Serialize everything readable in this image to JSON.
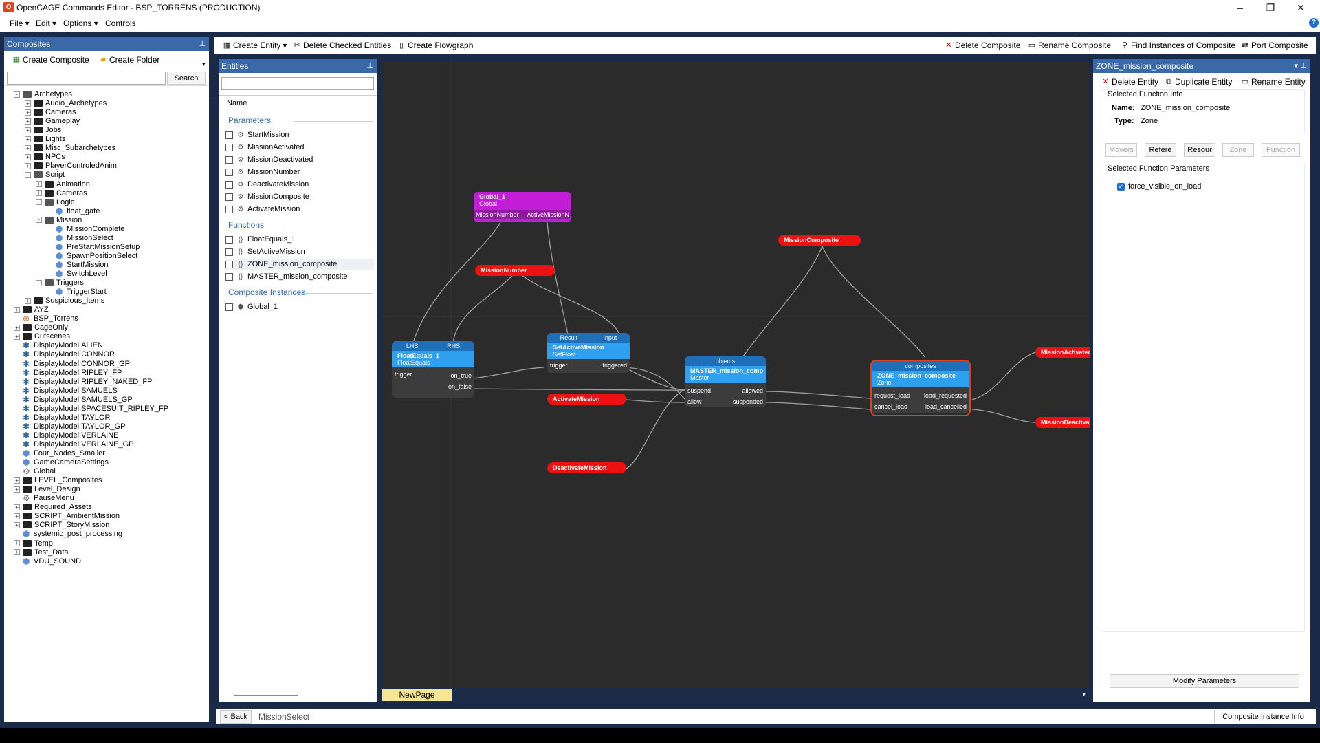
{
  "window": {
    "title": "OpenCAGE Commands Editor - BSP_TORRENS (PRODUCTION)",
    "min": "–",
    "max": "❐",
    "close": "✕"
  },
  "menu": [
    "File",
    "Edit",
    "Options",
    "Controls"
  ],
  "composites": {
    "header": "Composites",
    "create_composite": "Create Composite",
    "create_folder": "Create Folder",
    "search_button": "Search",
    "search_value": "",
    "tree": [
      {
        "label": "Archetypes",
        "indent": 0,
        "kind": "folder-open",
        "exp": "-"
      },
      {
        "label": "Audio_Archetypes",
        "indent": 1,
        "kind": "folder",
        "exp": "+"
      },
      {
        "label": "Cameras",
        "indent": 1,
        "kind": "folder",
        "exp": "+"
      },
      {
        "label": "Gameplay",
        "indent": 1,
        "kind": "folder",
        "exp": "+"
      },
      {
        "label": "Jobs",
        "indent": 1,
        "kind": "folder",
        "exp": "+"
      },
      {
        "label": "Lights",
        "indent": 1,
        "kind": "folder",
        "exp": "+"
      },
      {
        "label": "Misc_Subarchetypes",
        "indent": 1,
        "kind": "folder",
        "exp": "+"
      },
      {
        "label": "NPCs",
        "indent": 1,
        "kind": "folder",
        "exp": "+"
      },
      {
        "label": "PlayerControledAnim",
        "indent": 1,
        "kind": "folder",
        "exp": "+"
      },
      {
        "label": "Script",
        "indent": 1,
        "kind": "folder-open",
        "exp": "-"
      },
      {
        "label": "Animation",
        "indent": 2,
        "kind": "folder",
        "exp": "+"
      },
      {
        "label": "Cameras",
        "indent": 2,
        "kind": "folder",
        "exp": "+"
      },
      {
        "label": "Logic",
        "indent": 2,
        "kind": "folder-open",
        "exp": "-"
      },
      {
        "label": "float_gate",
        "indent": 3,
        "kind": "cube",
        "exp": ""
      },
      {
        "label": "Mission",
        "indent": 2,
        "kind": "folder-open",
        "exp": "-"
      },
      {
        "label": "MissionComplete",
        "indent": 3,
        "kind": "cube",
        "exp": ""
      },
      {
        "label": "MissionSelect",
        "indent": 3,
        "kind": "cube",
        "exp": ""
      },
      {
        "label": "PreStartMissionSetup",
        "indent": 3,
        "kind": "cube",
        "exp": ""
      },
      {
        "label": "SpawnPositionSelect",
        "indent": 3,
        "kind": "cube",
        "exp": ""
      },
      {
        "label": "StartMission",
        "indent": 3,
        "kind": "cube",
        "exp": ""
      },
      {
        "label": "SwitchLevel",
        "indent": 3,
        "kind": "cube",
        "exp": ""
      },
      {
        "label": "Triggers",
        "indent": 2,
        "kind": "folder-open",
        "exp": "-"
      },
      {
        "label": "TriggerStart",
        "indent": 3,
        "kind": "cube",
        "exp": ""
      },
      {
        "label": "Suspicious_Items",
        "indent": 1,
        "kind": "folder",
        "exp": "+"
      },
      {
        "label": "AYZ",
        "indent": 0,
        "kind": "folder",
        "exp": "+"
      },
      {
        "label": "BSP_Torrens",
        "indent": 0,
        "kind": "globe",
        "exp": ""
      },
      {
        "label": "CageOnly",
        "indent": 0,
        "kind": "folder",
        "exp": "+"
      },
      {
        "label": "Cutscenes",
        "indent": 0,
        "kind": "folder",
        "exp": "+"
      },
      {
        "label": "DisplayModel:ALIEN",
        "indent": 0,
        "kind": "figure",
        "exp": ""
      },
      {
        "label": "DisplayModel:CONNOR",
        "indent": 0,
        "kind": "figure",
        "exp": ""
      },
      {
        "label": "DisplayModel:CONNOR_GP",
        "indent": 0,
        "kind": "figure",
        "exp": ""
      },
      {
        "label": "DisplayModel:RIPLEY_FP",
        "indent": 0,
        "kind": "figure",
        "exp": ""
      },
      {
        "label": "DisplayModel:RIPLEY_NAKED_FP",
        "indent": 0,
        "kind": "figure",
        "exp": ""
      },
      {
        "label": "DisplayModel:SAMUELS",
        "indent": 0,
        "kind": "figure",
        "exp": ""
      },
      {
        "label": "DisplayModel:SAMUELS_GP",
        "indent": 0,
        "kind": "figure",
        "exp": ""
      },
      {
        "label": "DisplayModel:SPACESUIT_RIPLEY_FP",
        "indent": 0,
        "kind": "figure",
        "exp": ""
      },
      {
        "label": "DisplayModel:TAYLOR",
        "indent": 0,
        "kind": "figure",
        "exp": ""
      },
      {
        "label": "DisplayModel:TAYLOR_GP",
        "indent": 0,
        "kind": "figure",
        "exp": ""
      },
      {
        "label": "DisplayModel:VERLAINE",
        "indent": 0,
        "kind": "figure",
        "exp": ""
      },
      {
        "label": "DisplayModel:VERLAINE_GP",
        "indent": 0,
        "kind": "figure",
        "exp": ""
      },
      {
        "label": "Four_Nodes_Smaller",
        "indent": 0,
        "kind": "cube",
        "exp": ""
      },
      {
        "label": "GameCameraSettings",
        "indent": 0,
        "kind": "cube",
        "exp": ""
      },
      {
        "label": "Global",
        "indent": 0,
        "kind": "gear",
        "exp": ""
      },
      {
        "label": "LEVEL_Composites",
        "indent": 0,
        "kind": "folder",
        "exp": "+"
      },
      {
        "label": "Level_Design",
        "indent": 0,
        "kind": "folder",
        "exp": "+"
      },
      {
        "label": "PauseMenu",
        "indent": 0,
        "kind": "gear",
        "exp": ""
      },
      {
        "label": "Required_Assets",
        "indent": 0,
        "kind": "folder",
        "exp": "+"
      },
      {
        "label": "SCRIPT_AmbientMission",
        "indent": 0,
        "kind": "folder",
        "exp": "+"
      },
      {
        "label": "SCRIPT_StoryMission",
        "indent": 0,
        "kind": "folder",
        "exp": "+"
      },
      {
        "label": "systemic_post_processing",
        "indent": 0,
        "kind": "cube",
        "exp": ""
      },
      {
        "label": "Temp",
        "indent": 0,
        "kind": "folder",
        "exp": "+"
      },
      {
        "label": "Test_Data",
        "indent": 0,
        "kind": "folder",
        "exp": "+"
      },
      {
        "label": "VDU_SOUND",
        "indent": 0,
        "kind": "cube",
        "exp": ""
      }
    ]
  },
  "toolbar": {
    "create_entity": "Create Entity",
    "delete_checked": "Delete Checked Entities",
    "create_flowgraph": "Create Flowgraph",
    "delete_composite": "Delete Composite",
    "rename_composite": "Rename Composite",
    "find_instances": "Find Instances of Composite",
    "port_composite": "Port Composite"
  },
  "entities": {
    "header": "Entities",
    "filter": "",
    "column": "Name",
    "sections": [
      {
        "title": "Parameters",
        "items": [
          "StartMission",
          "MissionActivated",
          "MissionDeactivated",
          "MissionNumber",
          "DeactivateMission",
          "MissionComposite",
          "ActivateMission"
        ],
        "icon": "param"
      },
      {
        "title": "Functions",
        "items": [
          "FloatEquals_1",
          "SetActiveMission",
          "ZONE_mission_composite",
          "MASTER_mission_composite"
        ],
        "icon": "func"
      },
      {
        "title": "Composite Instances",
        "items": [
          "Global_1"
        ],
        "icon": "inst"
      }
    ]
  },
  "graph": {
    "page_tab": "NewPage",
    "nodes": {
      "global": {
        "title": "Global_1",
        "sub": "Global",
        "pins": [
          "MissionNumber",
          "ActiveMissionN"
        ]
      },
      "floateq": {
        "head_l": "LHS",
        "head_r": "RHS",
        "title": "FloatEquals_1",
        "sub": "FloatEquals",
        "in": [
          "trigger"
        ],
        "out": [
          "on_true",
          "on_false"
        ]
      },
      "setactive": {
        "head_l": "Result",
        "head_r": "Input",
        "title": "SetActiveMission",
        "sub": "SetFloat",
        "in": "trigger",
        "out": "triggered"
      },
      "master": {
        "head": "objects",
        "title": "MASTER_mission_comp",
        "sub": "Master",
        "rows": [
          [
            "suspend",
            "allowed"
          ],
          [
            "allow",
            "suspended"
          ]
        ]
      },
      "zone": {
        "head": "composites",
        "title": "ZONE_mission_composite",
        "sub": "Zone",
        "rows": [
          [
            "request_load",
            "load_requested"
          ],
          [
            "cancel_load",
            "load_cancelled"
          ]
        ]
      }
    },
    "pills": [
      "MissionNumber",
      "MissionComposite",
      "ActivateMission",
      "DeactivateMission",
      "MissionActivated",
      "MissionDeactivated"
    ]
  },
  "props": {
    "header": "ZONE_mission_composite",
    "delete_entity": "Delete Entity",
    "duplicate_entity": "Duplicate Entity",
    "rename_entity": "Rename Entity",
    "info_title": "Selected Function Info",
    "name_label": "Name:",
    "name_value": "ZONE_mission_composite",
    "type_label": "Type:",
    "type_value": "Zone",
    "tabs": [
      "Movers",
      "Refere",
      "Resour",
      "Zone",
      "Function"
    ],
    "params_title": "Selected Function Parameters",
    "param": "force_visible_on_load",
    "param_checked": true,
    "modify": "Modify Parameters"
  },
  "status": {
    "back": "< Back",
    "composite": "MissionSelect",
    "info": "Composite Instance Info"
  },
  "colors": {
    "accent": "#3b69a8",
    "pill": "#ee1111",
    "node_blue": "#2f9ff0",
    "node_purple": "#c21ed6"
  }
}
